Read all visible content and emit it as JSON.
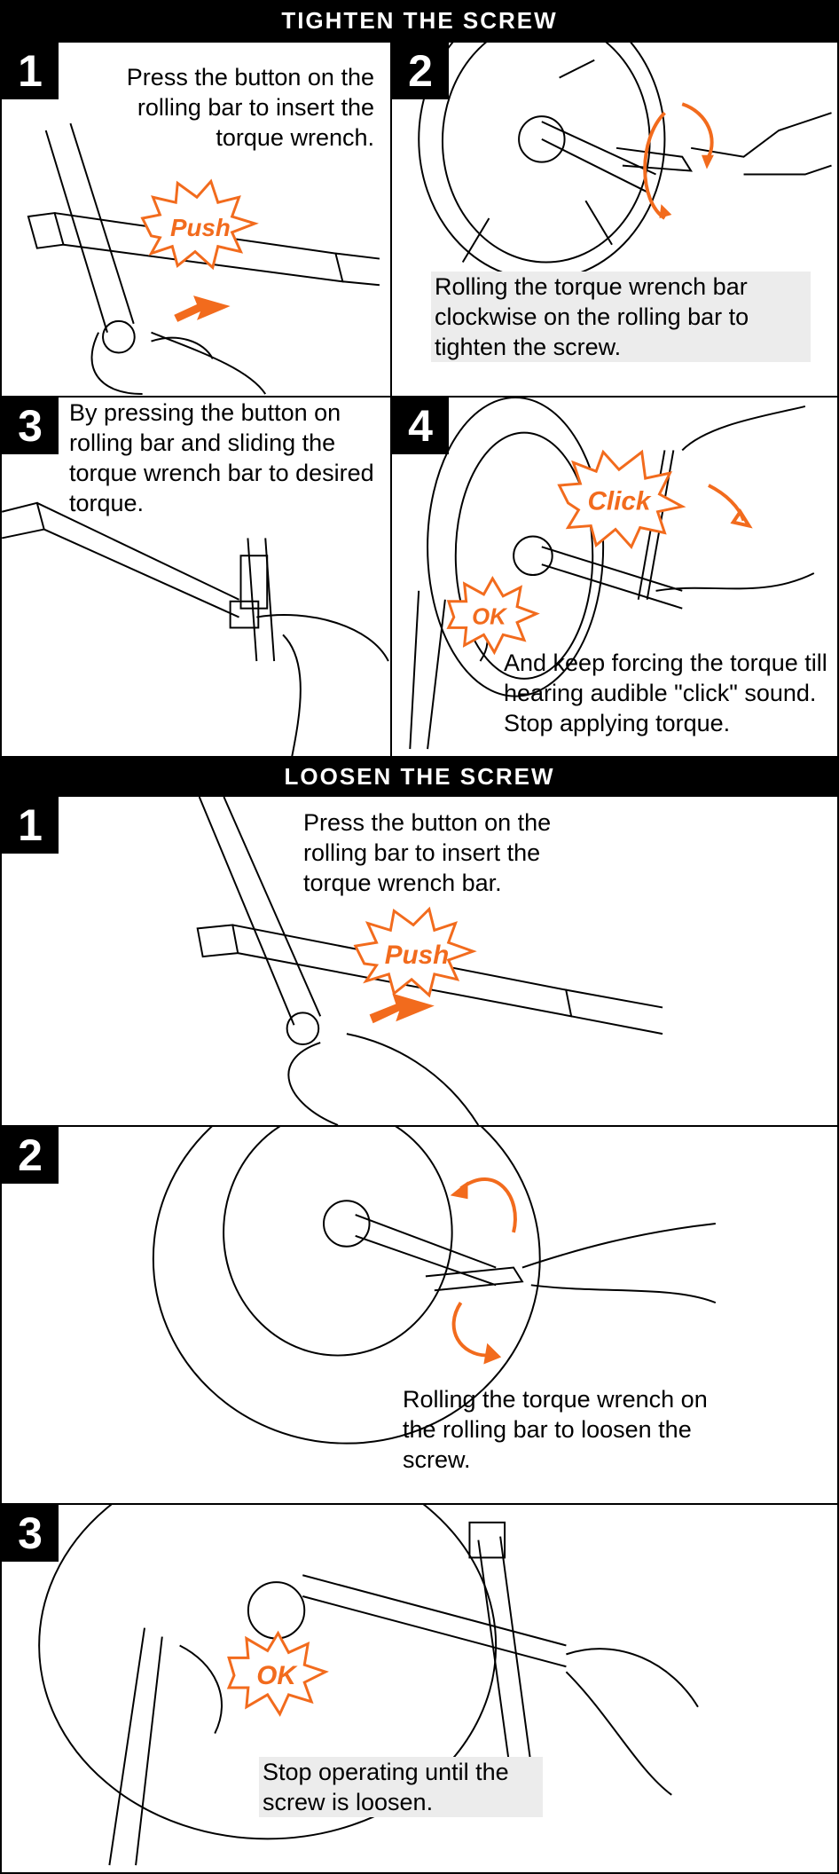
{
  "colors": {
    "accent": "#f26b1d",
    "ink": "#000000",
    "highlight": "#ececec"
  },
  "tighten": {
    "title": "TIGHTEN THE SCREW",
    "steps": [
      {
        "num": "1",
        "text": "Press the button on the rolling bar to insert the torque wrench.",
        "label": "Push"
      },
      {
        "num": "2",
        "text": "Rolling the torque wrench bar clockwise on the rolling bar to tighten the screw."
      },
      {
        "num": "3",
        "text": "By pressing the button on rolling bar and sliding the torque wrench bar to desired torque."
      },
      {
        "num": "4",
        "text": "And keep forcing the torque till hearing audible \"click\" sound. Stop applying torque.",
        "label_click": "Click",
        "label_ok": "OK"
      }
    ]
  },
  "loosen": {
    "title": "LOOSEN THE SCREW",
    "steps": [
      {
        "num": "1",
        "text": "Press the button on the rolling bar to insert the torque wrench bar.",
        "label": "Push"
      },
      {
        "num": "2",
        "text": "Rolling the torque wrench on the rolling bar to loosen the screw."
      },
      {
        "num": "3",
        "text": "Stop operating until the screw is loosen.",
        "label_ok": "OK"
      }
    ]
  }
}
